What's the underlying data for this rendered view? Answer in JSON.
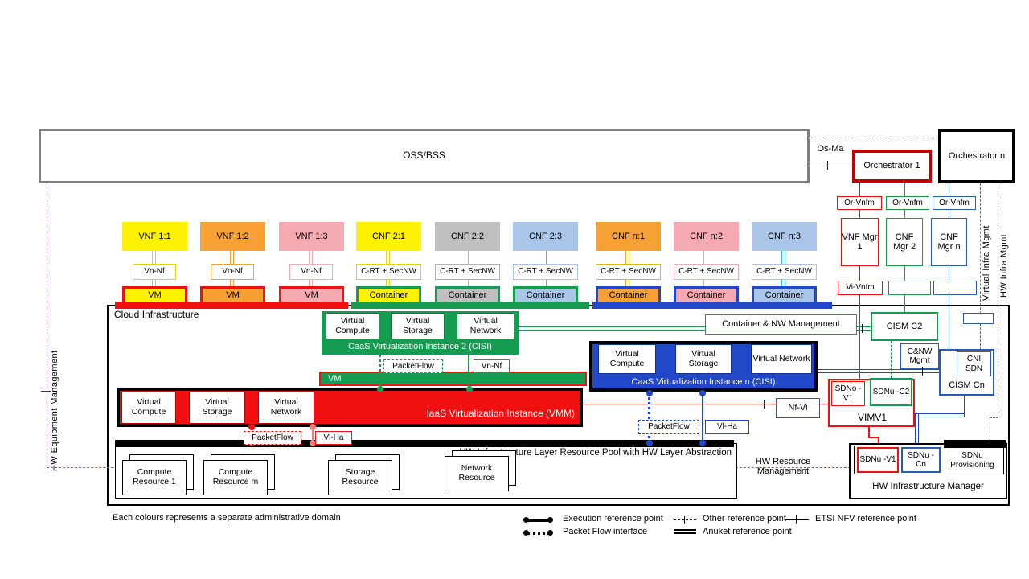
{
  "colors": {
    "red": "#f01010",
    "dark_red": "#c00000",
    "green": "#169c50",
    "blue": "#2148c8",
    "blue_line": "#2b5cb8",
    "yellow": "#fff200",
    "orange": "#f7a033",
    "pink": "#f5a9b0",
    "gray": "#bfbfbf",
    "light_blue": "#a9c6e8",
    "cyan": "#2cc5f2",
    "gold": "#edb500",
    "purple": "#8a4fae",
    "dashed_blue": "#3a6fd8",
    "black": "#000000"
  },
  "top": {
    "oss_bss": "OSS/BSS",
    "os_ma": "Os-Ma",
    "orchestrator_1": "Orchestrator 1",
    "orchestrator_n": "Orchestrator n"
  },
  "nf_row": [
    {
      "label": "VNF 1:1",
      "ref": "Vn-Nf",
      "unit": "VM",
      "fill": "#fff200",
      "line": "#e8d400",
      "ref_border": "#e8d400",
      "unit_border": "#f01010"
    },
    {
      "label": "VNF 1:2",
      "ref": "Vn-Nf",
      "unit": "VM",
      "fill": "#f7a033",
      "line": "#f7a033",
      "ref_border": "#f7a033",
      "unit_border": "#f01010"
    },
    {
      "label": "VNF 1:3",
      "ref": "Vn-Nf",
      "unit": "VM",
      "fill": "#f5a9b0",
      "line": "#f5a9b0",
      "ref_border": "#f5a9b0",
      "unit_border": "#f01010"
    },
    {
      "label": "CNF 2:1",
      "ref": "C-RT + SecNW",
      "unit": "Container",
      "fill": "#fff200",
      "line": "#e8d400",
      "ref_border": "#e8d400",
      "unit_border": "#169c50"
    },
    {
      "label": "CNF 2:2",
      "ref": "C-RT + SecNW",
      "unit": "Container",
      "fill": "#bfbfbf",
      "line": "#b0b0b0",
      "ref_border": "#b0b0b0",
      "unit_border": "#169c50"
    },
    {
      "label": "CNF 2:3",
      "ref": "C-RT + SecNW",
      "unit": "Container",
      "fill": "#a9c6e8",
      "line": "#2cc5f2",
      "ref_border": "#a9c6e8",
      "unit_border": "#169c50"
    },
    {
      "label": "CNF n:1",
      "ref": "C-RT + SecNW",
      "unit": "Container",
      "fill": "#f7a033",
      "line": "#edb500",
      "ref_border": "#edb500",
      "unit_border": "#2148c8"
    },
    {
      "label": "CNF n:2",
      "ref": "C-RT + SecNW",
      "unit": "Container",
      "fill": "#f5a9b0",
      "line": "#f5a9b0",
      "ref_border": "#f5a9b0",
      "unit_border": "#2148c8"
    },
    {
      "label": "CNF n:3",
      "ref": "C-RT + SecNW",
      "unit": "Container",
      "fill": "#a9c6e8",
      "line": "#2cc5f2",
      "ref_border": "#a9c6e8",
      "unit_border": "#2148c8"
    }
  ],
  "managers": {
    "or_vnfm_1": "Or-Vnfm",
    "or_vnfm_2": "Or-Vnfm",
    "or_vnfm_n": "Or-Vnfm",
    "vnf_mgr_1": "VNF Mgr 1",
    "cnf_mgr_2": "CNF Mgr 2",
    "cnf_mgr_n": "CNF Mgr n",
    "vi_vnfm": "Vi-Vnfm"
  },
  "side": {
    "hw_equipment_management": "HW Equipment Management",
    "virtual_infra_mgmt": "Virtual Infra Mgmt",
    "hw_infra_mgmt": "HW Infra Mgmt",
    "hw_resource_management": "HW Resource Management"
  },
  "cloud": {
    "label": "Cloud Infrastructure",
    "caas2": {
      "units": [
        "Virtual Compute",
        "Virtual Storage",
        "Virtual Network"
      ],
      "title": "CaaS Virtualization Instance 2 (CISI)",
      "packetflow": "PacketFlow",
      "vn_nf": "Vn-Nf"
    },
    "vm_bar": "VM",
    "iaas": {
      "units": [
        "Virtual Compute",
        "Virtual Storage",
        "Virtual Network"
      ],
      "title": "IaaS Virtualization Instance (VMM)",
      "packetflow": "PacketFlow",
      "vl_ha": "Vl-Ha"
    },
    "caasn": {
      "units": [
        "Virtual Compute",
        "Virtual Storage",
        "Virtual Network"
      ],
      "title": "CaaS Virtualization Instance n (CISI)",
      "packetflow": "PacketFlow",
      "vl_ha": "Vl-Ha"
    },
    "container_nw_management": "Container & NW Management",
    "nf_vi": "Nf-Vi",
    "cism_c2": "CISM C2",
    "cnw_mgmt": "C&NW Mgmt",
    "cism_cn": "CISM Cn",
    "cni_sdn": "CNI SDN",
    "vim": {
      "title": "VIMV1",
      "sdno_v1": "SDNo -V1",
      "sdnu_c2": "SDNu -C2"
    },
    "pool": {
      "title": "HW Infrastructure Layer Resource Pool with HW Layer Abstraction",
      "resources": [
        "Compute Resource 1",
        "Compute Resource m",
        "Storage Resource",
        "Network Resource"
      ]
    },
    "hw_infra_manager": {
      "title": "HW Infrastructure Manager",
      "sdnu_v1": "SDNu -V1",
      "sdnu_cn": "SDNu -Cn",
      "sdnu_provisioning": "SDNu Provisioning"
    }
  },
  "legend": {
    "note": "Each colours represents a separate administrative domain",
    "execution": "Execution reference point",
    "packet_flow": "Packet Flow interface",
    "other": "Other reference point",
    "anuket": "Anuket reference point",
    "etsi": "ETSI NFV reference point"
  }
}
